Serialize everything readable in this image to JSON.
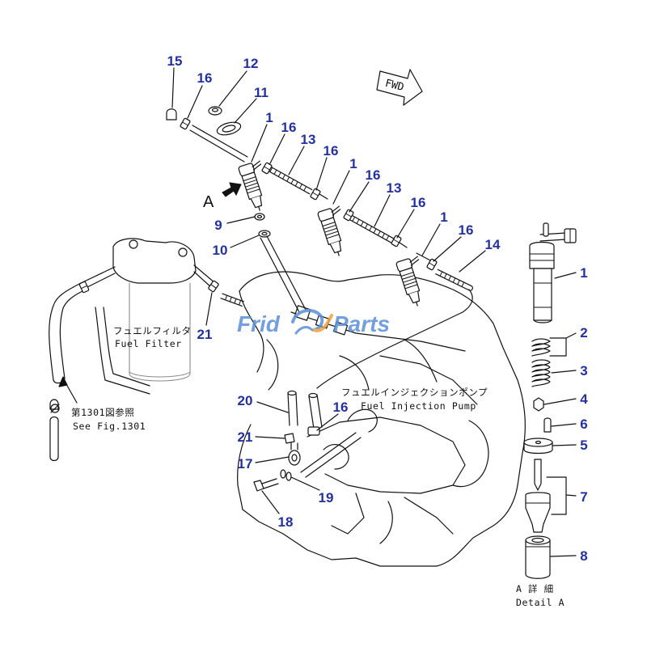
{
  "fwd_label": "FWD",
  "view_marker": "A",
  "callouts": {
    "main": [
      "15",
      "16",
      "12",
      "11",
      "1",
      "16",
      "13",
      "16",
      "1",
      "16",
      "13",
      "16",
      "1",
      "16",
      "14",
      "9",
      "10",
      "21",
      "20",
      "16",
      "21",
      "17",
      "19",
      "18"
    ],
    "detail": [
      "1",
      "2",
      "3",
      "4",
      "6",
      "5",
      "7",
      "8"
    ]
  },
  "labels": {
    "fuel_filter_jp": "フュエルフィルタ",
    "fuel_filter_en": "Fuel Filter",
    "see_fig_jp": "第1301図参照",
    "see_fig_en": "See Fig.1301",
    "pump_jp": "フュエルインジェクションポンプ",
    "pump_en": "Fuel Injection Pump",
    "detail_jp": "A 詳 細",
    "detail_en": "Detail A"
  },
  "watermark": {
    "left": "Frid",
    "right": "Parts"
  },
  "colors": {
    "callout": "#24319b",
    "line": "#111111",
    "watermark": "#5b8fd6"
  }
}
